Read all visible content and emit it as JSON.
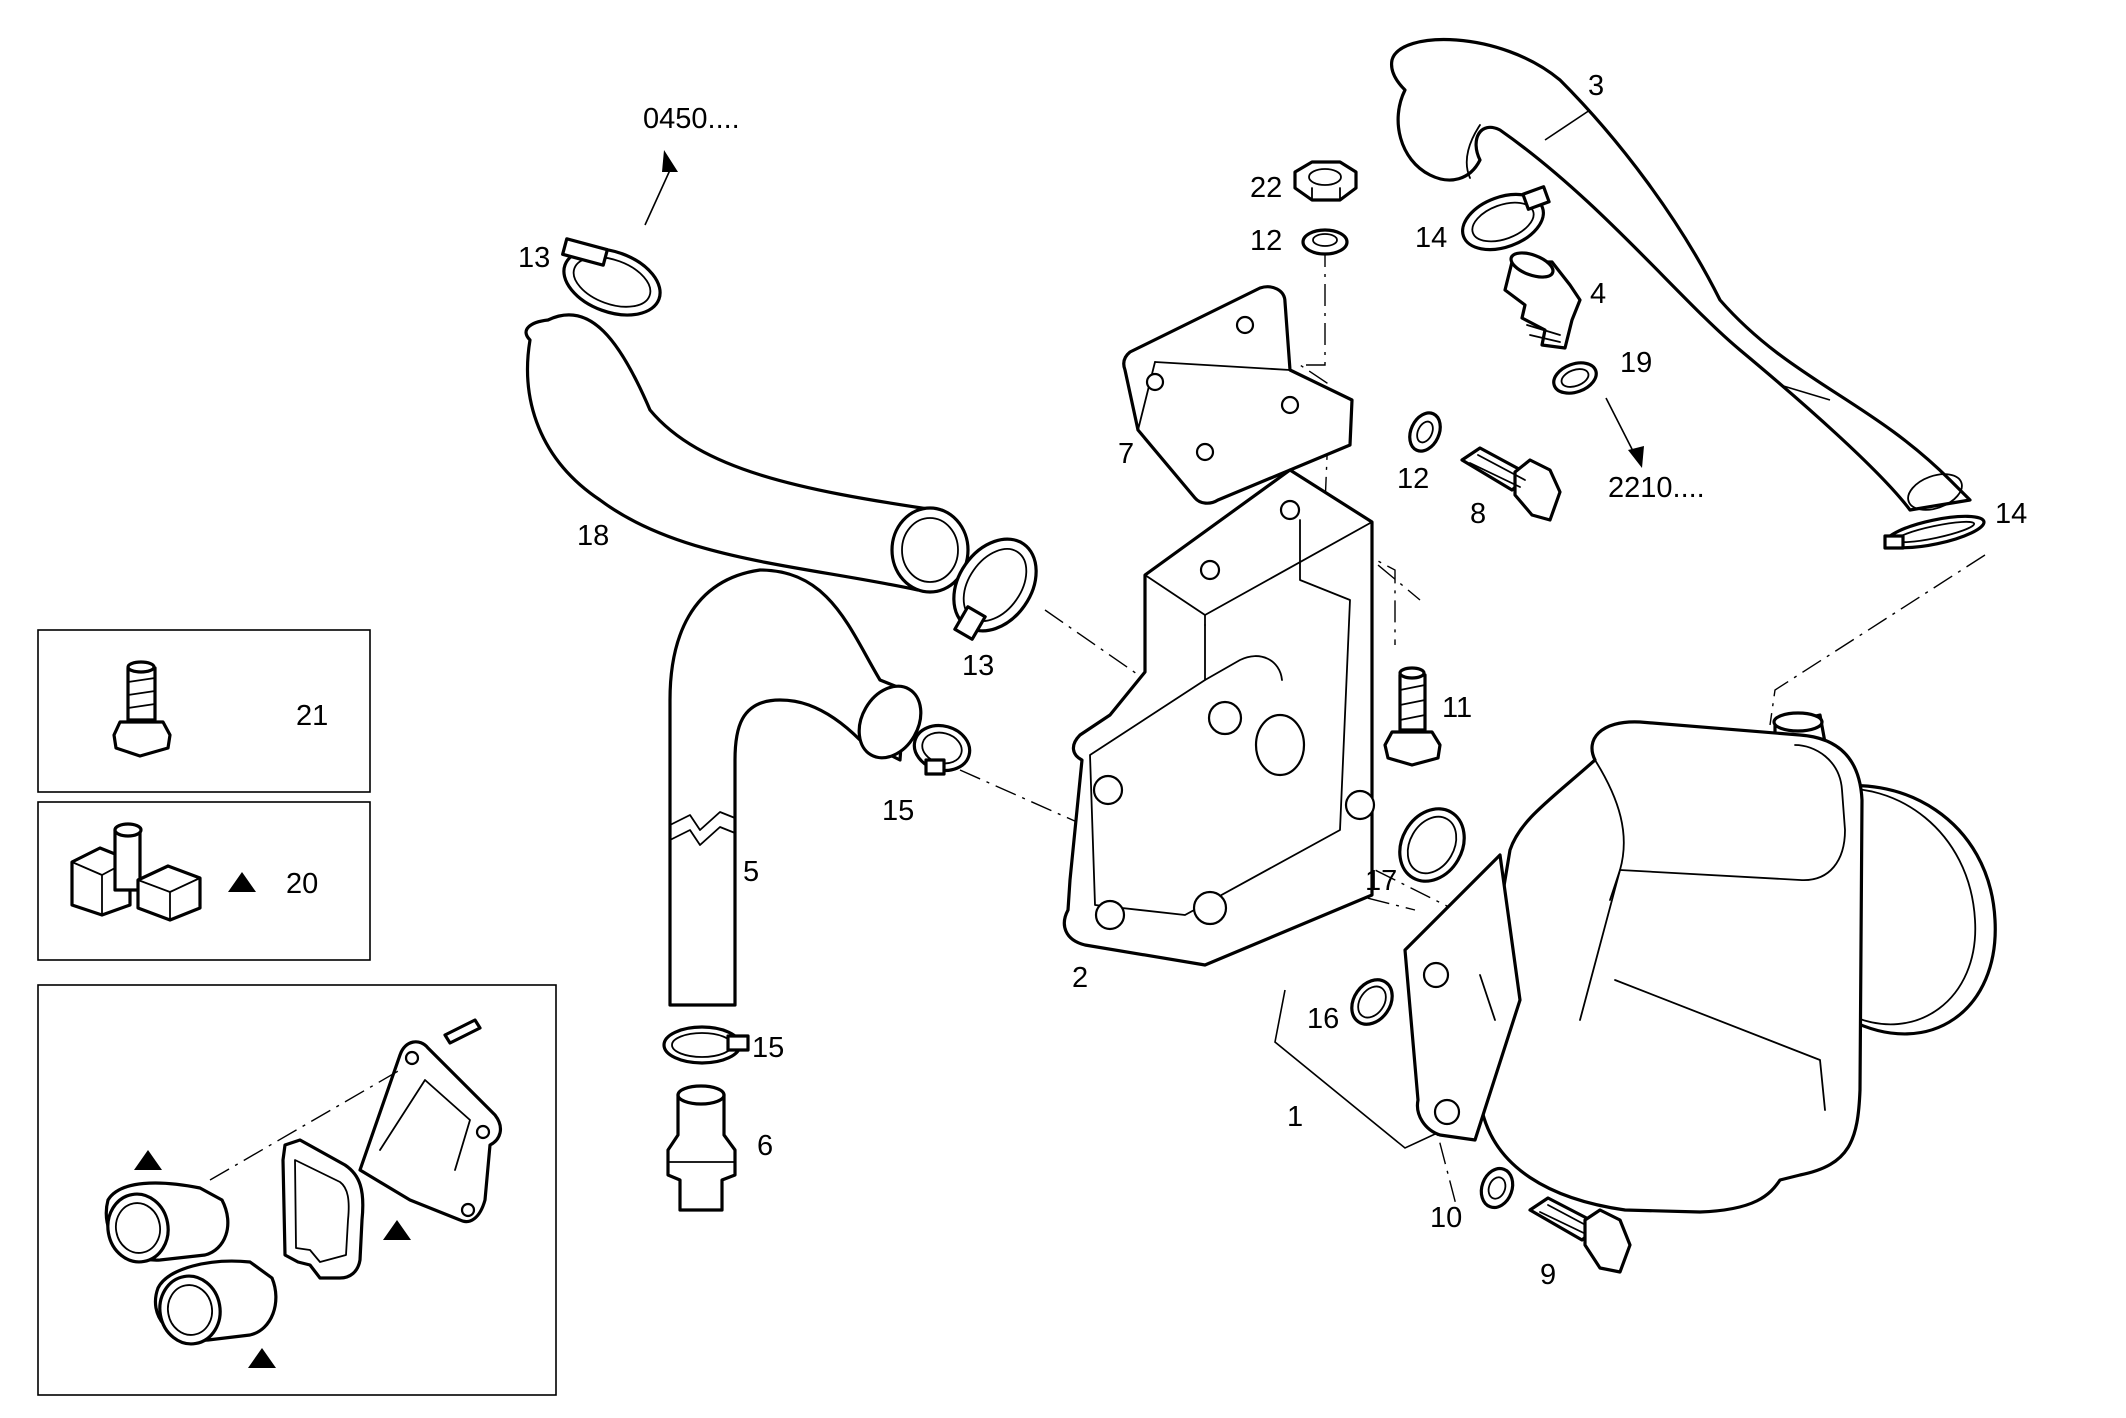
{
  "labels": {
    "p1": "1",
    "p2": "2",
    "p3": "3",
    "p4": "4",
    "p5": "5",
    "p6": "6",
    "p7": "7",
    "p8": "8",
    "p9": "9",
    "p10": "10",
    "p11": "11",
    "p12a": "12",
    "p12b": "12",
    "p13a": "13",
    "p13b": "13",
    "p14a": "14",
    "p14b": "14",
    "p15a": "15",
    "p15b": "15",
    "p16": "16",
    "p17": "17",
    "p18": "18",
    "p19": "19",
    "p20": "20",
    "p21": "21",
    "p22": "22"
  },
  "references": {
    "top": "0450....",
    "right": "2210...."
  },
  "marker_symbol": "triangle",
  "line_color": "#000000",
  "background_color": "#ffffff"
}
